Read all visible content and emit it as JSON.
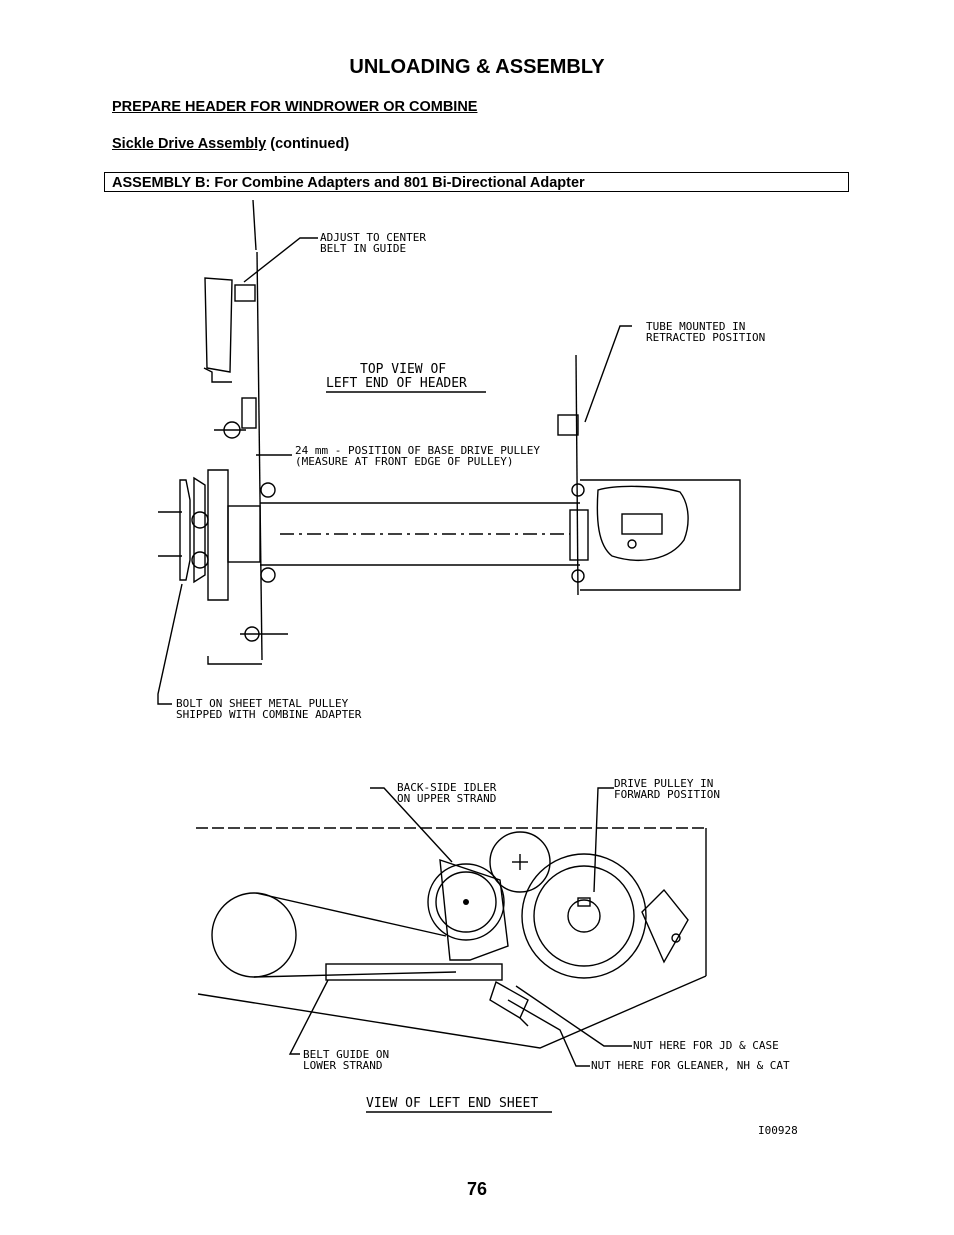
{
  "page": {
    "title": "UNLOADING & ASSEMBLY",
    "section_heading": "PREPARE HEADER FOR WINDROWER OR COMBINE",
    "subsection_link": "Sickle Drive Assembly",
    "subsection_suffix": " (continued)",
    "box_label": "ASSEMBLY B: For Combine Adapters and 801 Bi-Directional Adapter",
    "page_number": "76"
  },
  "figure": {
    "top_view": {
      "title_line1": "TOP VIEW OF",
      "title_line2": "LEFT END OF HEADER",
      "callout_adjust_1": "ADJUST TO CENTER",
      "callout_adjust_2": "BELT IN GUIDE",
      "callout_tube_1": "TUBE MOUNTED IN",
      "callout_tube_2": "RETRACTED POSITION",
      "callout_pos_1": "24 mm - POSITION OF BASE DRIVE PULLEY",
      "callout_pos_2": "(MEASURE AT FRONT EDGE OF PULLEY)",
      "callout_bolt_1": "BOLT ON SHEET METAL PULLEY",
      "callout_bolt_2": "SHIPPED WITH COMBINE ADAPTER"
    },
    "end_view": {
      "title": "VIEW OF LEFT END SHEET",
      "callout_idler_1": "BACK-SIDE IDLER",
      "callout_idler_2": "ON UPPER STRAND",
      "callout_drive_1": "DRIVE PULLEY IN",
      "callout_drive_2": "FORWARD POSITION",
      "callout_nut_jd": "NUT HERE FOR JD & CASE",
      "callout_nut_gleaner": "NUT HERE FOR GLEANER, NH & CAT",
      "callout_guide_1": "BELT GUIDE ON",
      "callout_guide_2": "LOWER STRAND"
    },
    "figure_id": "I00928"
  }
}
